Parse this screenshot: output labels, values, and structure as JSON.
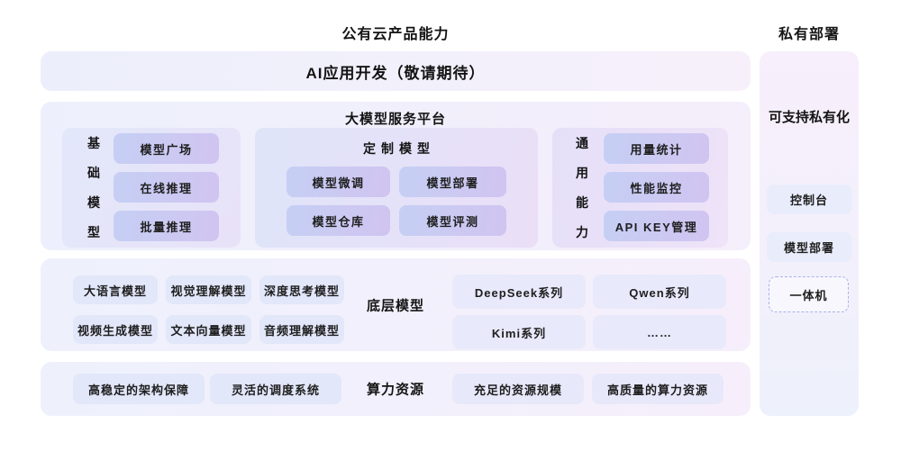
{
  "header": {
    "public_cloud_title": "公有云产品能力",
    "private_deploy_title": "私有部署"
  },
  "ai_app": {
    "label": "AI应用开发（敬请期待）"
  },
  "platform": {
    "title": "大模型服务平台",
    "foundation": {
      "label": "基础模型",
      "items": [
        "模型广场",
        "在线推理",
        "批量推理"
      ]
    },
    "custom": {
      "title": "定制模型",
      "items": [
        "模型微调",
        "模型部署",
        "模型仓库",
        "模型评测"
      ]
    },
    "general": {
      "label": "通用能力",
      "items": [
        "用量统计",
        "性能监控",
        "API KEY管理"
      ]
    }
  },
  "base_models": {
    "title": "底层模型",
    "model_types": [
      "大语言模型",
      "视觉理解模型",
      "深度思考模型",
      "视频生成模型",
      "文本向量模型",
      "音频理解模型"
    ],
    "model_series": [
      "DeepSeek系列",
      "Qwen系列",
      "Kimi系列",
      "……"
    ]
  },
  "compute": {
    "title": "算力资源",
    "left_items": [
      "高稳定的架构保障",
      "灵活的调度系统"
    ],
    "right_items": [
      "充足的资源规模",
      "高质量的算力资源"
    ]
  },
  "private_deploy": {
    "title": "可支持私有化",
    "items": [
      "控制台",
      "模型部署"
    ],
    "dashed_item": "一体机"
  },
  "colors": {
    "pill_gradient_start": "#C5CFF4",
    "pill_gradient_end": "#D1C4F1",
    "flat_pill_blue": "#E2E7F9",
    "flat_pill_lavender": "#E8E9FB",
    "side_pill": "#E9ECFB",
    "dashed_border": "#A9B2EA"
  }
}
